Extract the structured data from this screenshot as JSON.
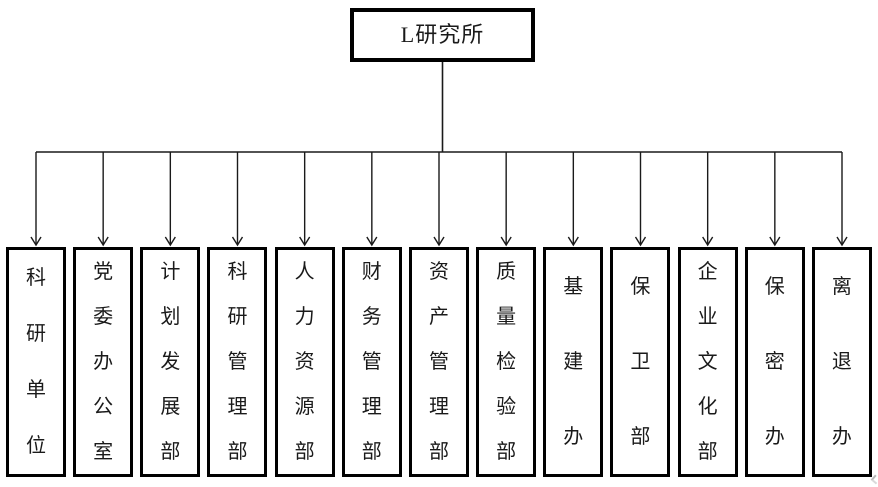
{
  "chart": {
    "root": "L研究所",
    "departments": [
      "科研单位",
      "党委办公室",
      "计划发展部",
      "科研管理部",
      "人力资源部",
      "财务管理部",
      "资产管理部",
      "质量检验部",
      "基建办",
      "保卫部",
      "企业文化部",
      "保密办",
      "离退办"
    ]
  },
  "colors": {
    "background": "#ffffff",
    "box_border": "#000000",
    "connector_line": "#1a1a1a",
    "text": "#1a1a1a"
  }
}
